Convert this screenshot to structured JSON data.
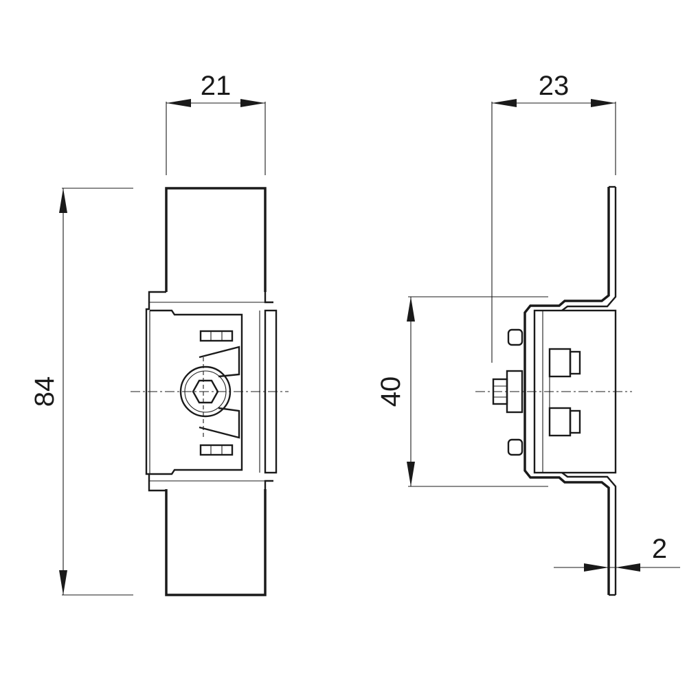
{
  "dimensions": {
    "front_width": "21",
    "front_height": "84",
    "side_width": "23",
    "side_height": "40",
    "plate_thickness": "2"
  }
}
